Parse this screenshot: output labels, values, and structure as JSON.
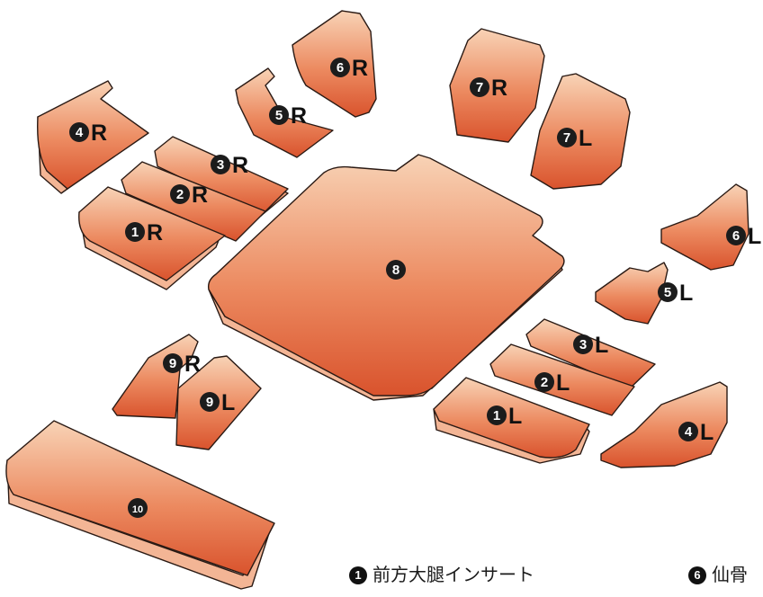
{
  "colors": {
    "fill_top": "#f6c9a8",
    "fill_bottom": "#dc5a32",
    "side": "#f1a07a",
    "outline": "#2a1a14",
    "label_badge": "#1c1c1c",
    "label_text": "#111111"
  },
  "parts": {
    "p4R": {
      "num": "4",
      "side": "R"
    },
    "p6R": {
      "num": "6",
      "side": "R"
    },
    "p5R": {
      "num": "5",
      "side": "R"
    },
    "p7R": {
      "num": "7",
      "side": "R"
    },
    "p7L": {
      "num": "7",
      "side": "L"
    },
    "p3R": {
      "num": "3",
      "side": "R"
    },
    "p2R": {
      "num": "2",
      "side": "R"
    },
    "p1R": {
      "num": "1",
      "side": "R"
    },
    "p8": {
      "num": "8",
      "side": ""
    },
    "p6L": {
      "num": "6",
      "side": "L"
    },
    "p5L": {
      "num": "5",
      "side": "L"
    },
    "p3L": {
      "num": "3",
      "side": "L"
    },
    "p2L": {
      "num": "2",
      "side": "L"
    },
    "p1L": {
      "num": "1",
      "side": "L"
    },
    "p4L": {
      "num": "4",
      "side": "L"
    },
    "p9R": {
      "num": "9",
      "side": "R"
    },
    "p9L": {
      "num": "9",
      "side": "L"
    },
    "p10": {
      "num": "10",
      "side": ""
    }
  },
  "legend": {
    "item1": {
      "num": "1",
      "text": "前方大腿インサート"
    },
    "item6": {
      "num": "6",
      "text": "仙骨"
    }
  }
}
